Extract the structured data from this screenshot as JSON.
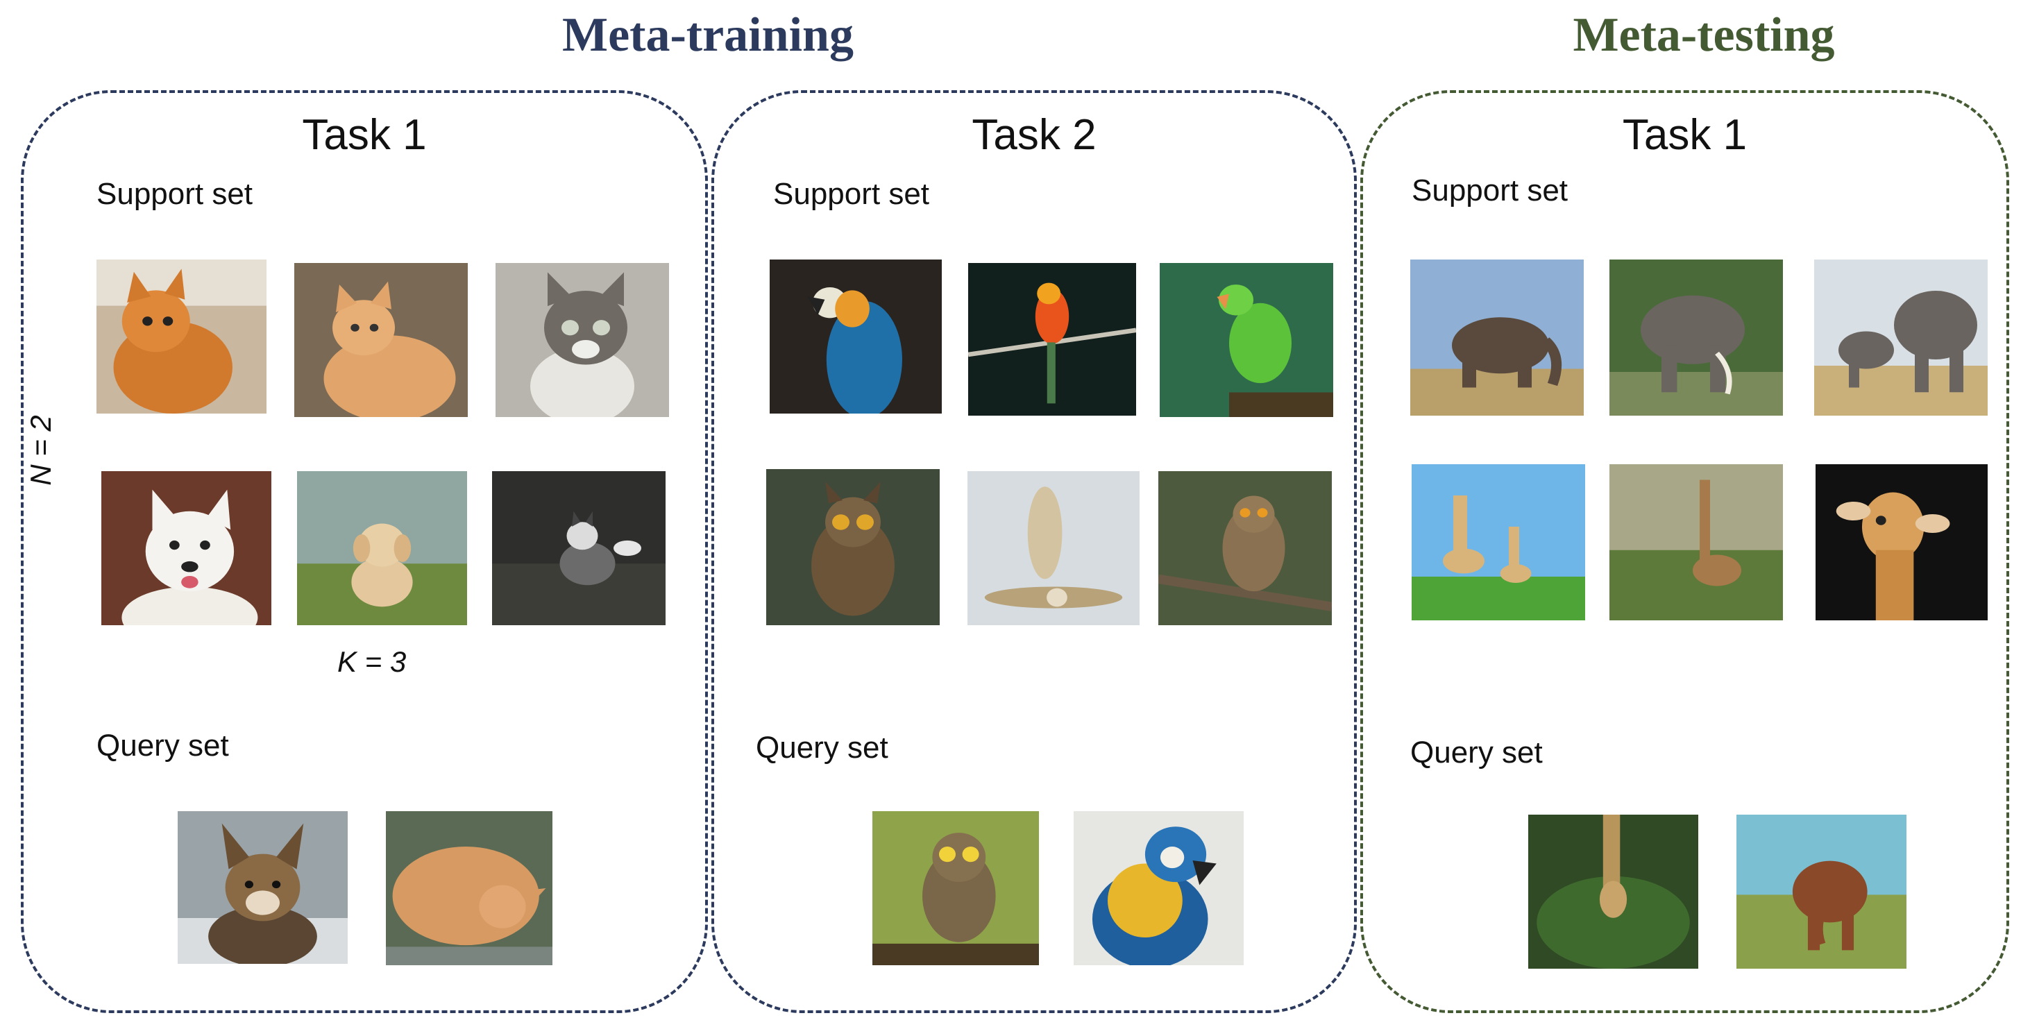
{
  "phases": {
    "training": {
      "title": "Meta-training",
      "color": "#2c3a5e"
    },
    "testing": {
      "title": "Meta-testing",
      "color": "#445a33"
    }
  },
  "panels": [
    {
      "phase": "training",
      "task_title": "Task 1",
      "support_label": "Support set",
      "query_label": "Query set",
      "annotation_n": "N = 2",
      "annotation_k": "K = 3",
      "support_images": [
        [
          "cat",
          "cat",
          "cat"
        ],
        [
          "dog",
          "dog",
          "dog"
        ]
      ],
      "query_images": [
        "dog",
        "cat"
      ]
    },
    {
      "phase": "training",
      "task_title": "Task 2",
      "support_label": "Support set",
      "query_label": "Query set",
      "support_images": [
        [
          "parrot",
          "parrot",
          "parrot"
        ],
        [
          "owl",
          "owl",
          "owl"
        ]
      ],
      "query_images": [
        "owl",
        "parrot"
      ]
    },
    {
      "phase": "testing",
      "task_title": "Task 1",
      "support_label": "Support set",
      "query_label": "Query set",
      "support_images": [
        [
          "elephant",
          "elephant",
          "elephant"
        ],
        [
          "giraffe",
          "giraffe",
          "giraffe"
        ]
      ],
      "query_images": [
        "giraffe",
        "elephant"
      ]
    }
  ]
}
